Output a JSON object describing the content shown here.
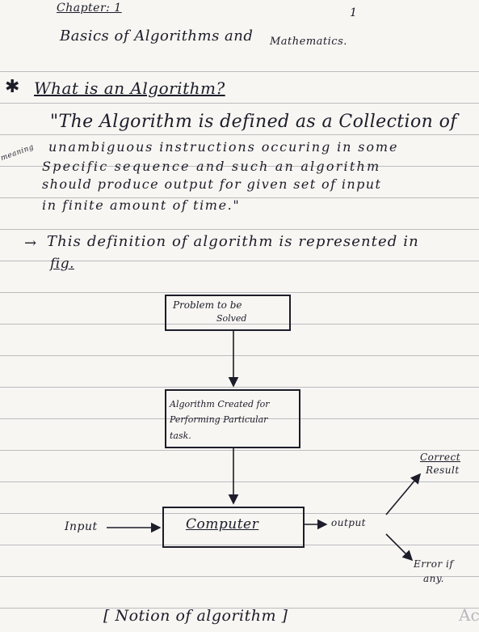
{
  "heading": {
    "chapter": "Chapter: 1",
    "page_number": "1",
    "title_part1": "Basics of Algorithms and",
    "title_part2": "Mathematics."
  },
  "question": {
    "bullet": "✱",
    "text": "What is an Algorithm?"
  },
  "definition": {
    "lines": [
      "\"The Algorithm is defined as a Collection of",
      "unambiguous instructions occuring in some",
      "Specific sequence and such an algorithm",
      "should produce output for given set of input",
      "in finite amount of time.\""
    ],
    "margin_note": "meaning"
  },
  "statement": {
    "arrow": "→",
    "lines": [
      "This definition of algorithm is represented in",
      "fig."
    ]
  },
  "diagram": {
    "problem_box": [
      "Problem to be",
      "Solved"
    ],
    "algorithm_box": [
      "Algorithm Created for",
      "Performing Particular",
      "task."
    ],
    "computer_box": "Computer",
    "input_label": "Input",
    "output_label": "output",
    "correct_result": [
      "Correct",
      "Result"
    ],
    "error_label": [
      "Error if",
      "any."
    ]
  },
  "caption": "[ Notion of algorithm ]",
  "watermark": "Ac"
}
